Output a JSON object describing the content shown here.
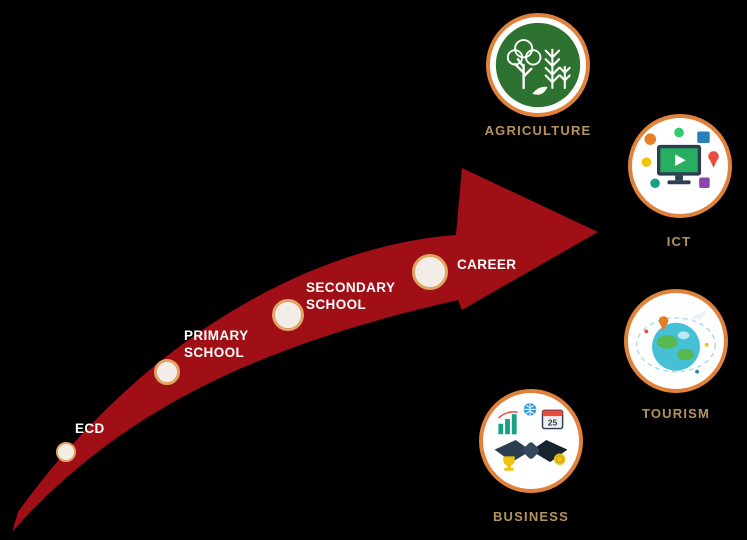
{
  "colors": {
    "background": "#000000",
    "arrow": "#A00F16",
    "milestone_ring": "#E2A463",
    "milestone_fill": "#F2EEE7",
    "sector_ring": "#E0823B",
    "sector_label": "#B6935C",
    "milestone_label": "#FFFFFF"
  },
  "milestones": [
    {
      "label": "ECD"
    },
    {
      "label": "PRIMARY SCHOOL"
    },
    {
      "label": "SECONDARY SCHOOL"
    },
    {
      "label": "CAREER"
    }
  ],
  "sectors": [
    {
      "label": "AGRICULTURE",
      "icon": "agriculture-icon"
    },
    {
      "label": "ICT",
      "icon": "ict-icon"
    },
    {
      "label": "TOURISM",
      "icon": "tourism-icon"
    },
    {
      "label": "BUSINESS",
      "icon": "business-icon",
      "calendar_text": "25"
    }
  ]
}
